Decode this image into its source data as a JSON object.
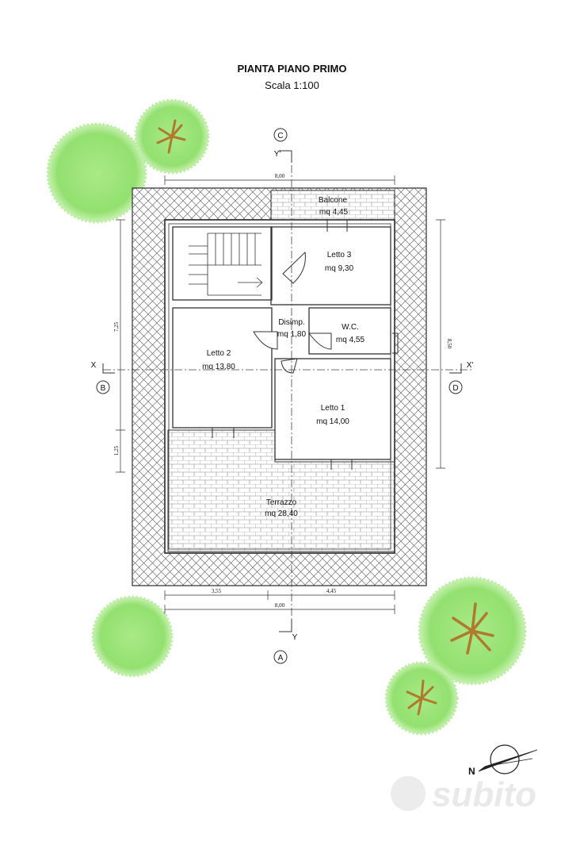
{
  "title": "PIANTA PIANO PRIMO",
  "scale": "Scala 1:100",
  "rooms": [
    {
      "name": "Balcone",
      "area": "mq 4,45"
    },
    {
      "name": "Letto 3",
      "area": "mq 9,30"
    },
    {
      "name": "Disimp.",
      "area": "mq 1,80"
    },
    {
      "name": "W.C.",
      "area": "mq 4,55"
    },
    {
      "name": "Letto 2",
      "area": "mq 13,80"
    },
    {
      "name": "Letto 1",
      "area": "mq 14,00"
    },
    {
      "name": "Terrazzo",
      "area": "mq 28,40"
    }
  ],
  "dimensions": {
    "top_width": "8,00",
    "bottom_left": "3,55",
    "bottom_right": "4,45",
    "bottom_total": "8,00",
    "left_upper": "7,25",
    "left_lower": "1,25",
    "right_height": "8,50"
  },
  "sections": {
    "top_circle": "C",
    "top_line": "Y'",
    "bottom_circle": "A",
    "bottom_line": "Y",
    "left_circle": "B",
    "left_line": "X",
    "right_circle": "D",
    "right_line": "X'"
  },
  "north": "N",
  "watermark": "subito",
  "colors": {
    "hatch": "#6f6f6f",
    "wall": "#333333",
    "tree": "#93e070",
    "tree_trunk": "#b07a2c",
    "watermark": "#e9e9e9"
  }
}
